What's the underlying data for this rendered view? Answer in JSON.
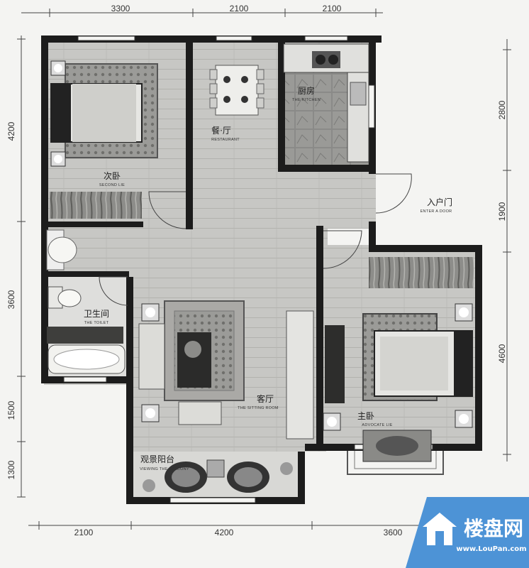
{
  "dimensions": {
    "top": [
      "3300",
      "2100",
      "2100"
    ],
    "bottom": [
      "2100",
      "4200",
      "3600"
    ],
    "left": [
      "4200",
      "3600",
      "1500",
      "1300"
    ],
    "right": [
      "2800",
      "1900",
      "4600"
    ]
  },
  "rooms": {
    "second_bedroom": {
      "cn": "次卧",
      "en": "SECOND LIE"
    },
    "restaurant": {
      "cn": "餐·厅",
      "en": "RESTAURANT"
    },
    "kitchen": {
      "cn": "厨房",
      "en": "THE KITCHEN"
    },
    "entrance": {
      "cn": "入户门",
      "en": "ENTER A DOOR"
    },
    "toilet": {
      "cn": "卫生间",
      "en": "THE TOILET"
    },
    "living_room": {
      "cn": "客厅",
      "en": "THE SITTING ROOM"
    },
    "master_bedroom": {
      "cn": "主卧",
      "en": "ADVOCATE LIE"
    },
    "balcony": {
      "cn": "观景阳台",
      "en": "VIEWING THE BALCONY"
    }
  },
  "watermark": {
    "name": "楼盘网",
    "url": "www.LouPan.com"
  },
  "colors": {
    "wall": "#1c1c1c",
    "floor": "#c9c9c6",
    "watermark": "#4d93d6"
  }
}
